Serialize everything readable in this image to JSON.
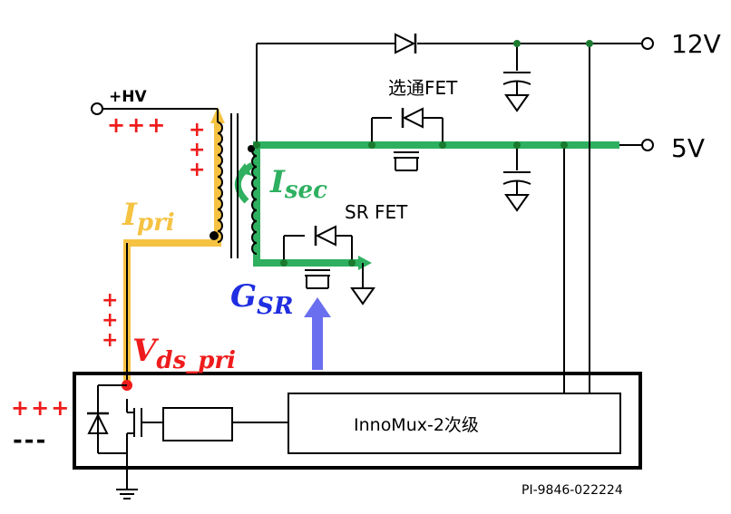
{
  "labels": {
    "hv": "+HV",
    "v12": "12V",
    "v5": "5V",
    "select_fet": "选通FET",
    "sr_fet": "SR FET",
    "i_pri_main": "I",
    "i_pri_sub": "pri",
    "i_sec_main": "I",
    "i_sec_sub": "sec",
    "g_sr_main": "G",
    "g_sr_sub": "SR",
    "vds_main": "V",
    "vds_sub": "ds_pri",
    "controller": "InnoMux-2次级",
    "part_number": "PI-9846-022224"
  },
  "markers": {
    "plus_group": "+++",
    "minus_group": "---",
    "plus": "+"
  },
  "colors": {
    "primary_current": "#f5c242",
    "secondary_current": "#2eb060",
    "gate_drive": "#6a6ff0",
    "label_red": "#ee1c1c",
    "label_blue": "#1f2ee0",
    "node_dot": "#1a7a2e"
  }
}
